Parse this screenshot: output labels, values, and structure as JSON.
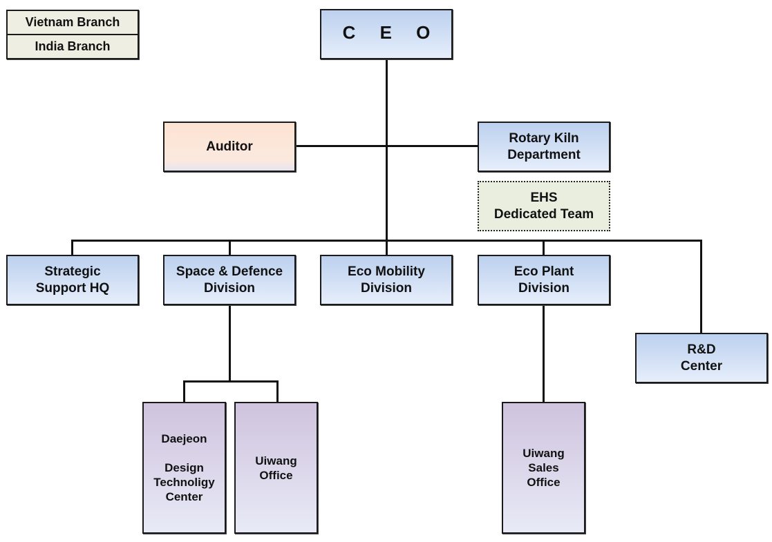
{
  "branches": {
    "vietnam": "Vietnam Branch",
    "india": "India Branch"
  },
  "ceo": "C E O",
  "auditor": "Auditor",
  "rotary_kiln": [
    "Rotary Kiln",
    "Department"
  ],
  "ehs": [
    "EHS",
    "Dedicated Team"
  ],
  "divisions": {
    "strategic": [
      "Strategic",
      "Support HQ"
    ],
    "space_defence": [
      "Space & Defence",
      "Division"
    ],
    "eco_mobility": [
      "Eco Mobility",
      "Division"
    ],
    "eco_plant": [
      "Eco Plant",
      "Division"
    ],
    "rnd": [
      "R&D",
      "Center"
    ]
  },
  "sub_units": {
    "daejeon": {
      "line1": "Daejeon",
      "line2": "Design",
      "line3": "Technoligy",
      "line4": "Center"
    },
    "uiwang_office": [
      "Uiwang",
      "Office"
    ],
    "uiwang_sales": [
      "Uiwang",
      "Sales",
      "Office"
    ]
  },
  "colors": {
    "box_blue_top": "#bcd0ee",
    "box_blue_bottom": "#e6eefb",
    "auditor_fill": "#fde3d2",
    "sub_unit_fill": "#cfc3dd",
    "branch_fill": "#eeeee2",
    "ehs_fill": "#eaeedf",
    "line": "#111111"
  }
}
